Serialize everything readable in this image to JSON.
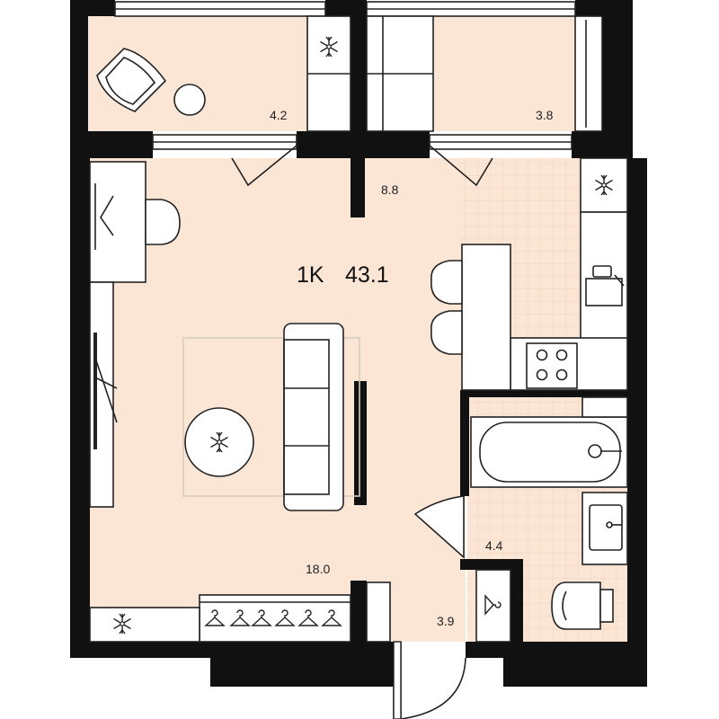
{
  "plan": {
    "type_label": "1K",
    "total_area": "43.1",
    "rooms": {
      "balcony_left": "4.2",
      "balcony_right": "3.8",
      "kitchen": "8.8",
      "living_room": "18.0",
      "bathroom": "4.4",
      "hallway": "3.9"
    }
  },
  "colors": {
    "floor": "#fbe6d6",
    "wall": "#111111",
    "tile_line": "#f1d2bc",
    "rug": "#d8cdbf"
  }
}
